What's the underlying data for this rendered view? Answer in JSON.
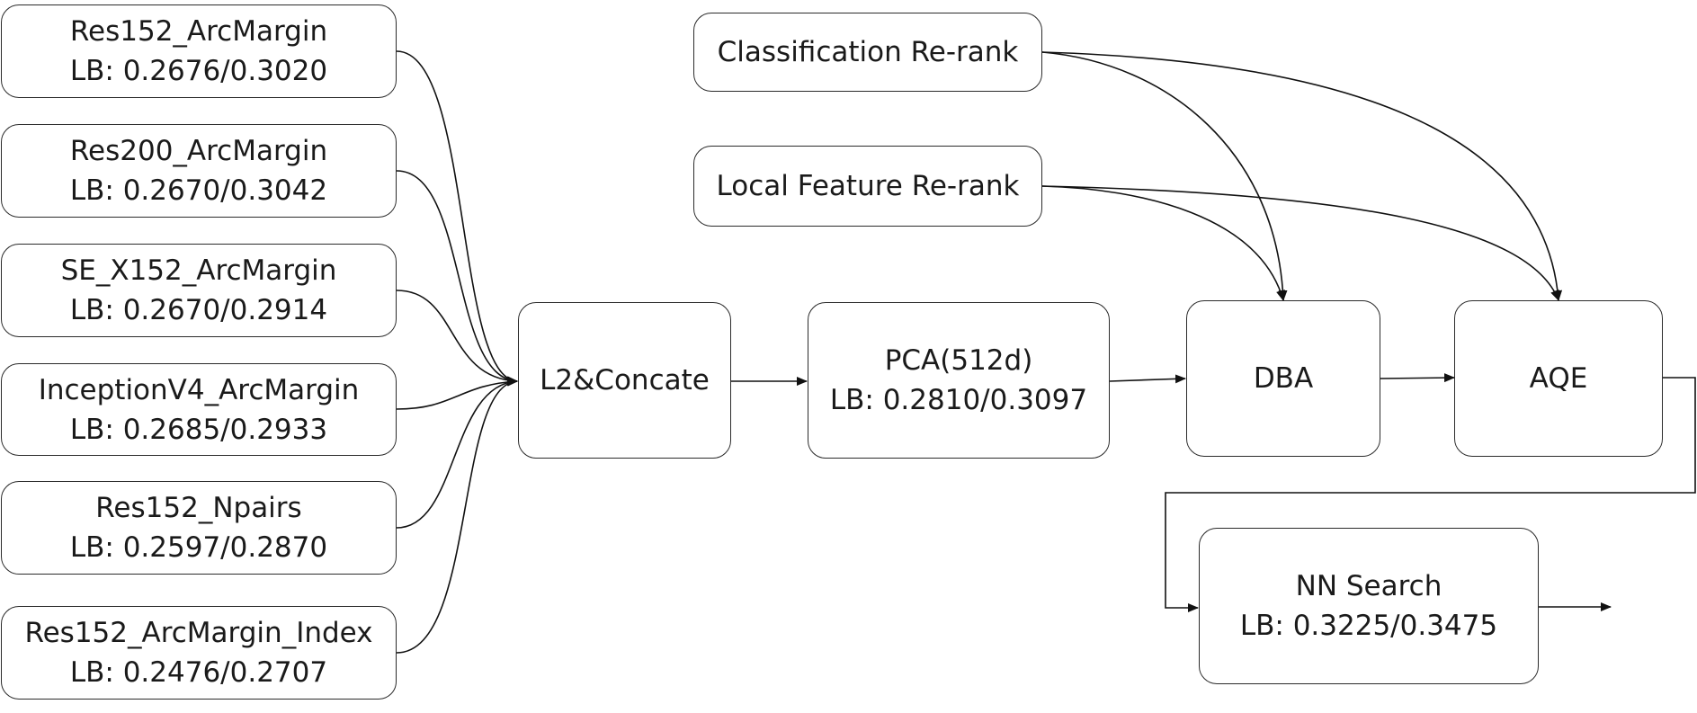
{
  "models": [
    {
      "name": "Res152_ArcMargin",
      "score": "LB: 0.2676/0.3020"
    },
    {
      "name": "Res200_ArcMargin",
      "score": "LB: 0.2670/0.3042"
    },
    {
      "name": "SE_X152_ArcMargin",
      "score": "LB: 0.2670/0.2914"
    },
    {
      "name": "InceptionV4_ArcMargin",
      "score": "LB: 0.2685/0.2933"
    },
    {
      "name": "Res152_Npairs",
      "score": "LB: 0.2597/0.2870"
    },
    {
      "name": "Res152_ArcMargin_Index",
      "score": "LB: 0.2476/0.2707"
    }
  ],
  "rerank": {
    "classification": "Classification Re-rank",
    "local_feature": "Local Feature Re-rank"
  },
  "pipeline": {
    "concat": "L2&Concate",
    "pca": {
      "name": "PCA(512d)",
      "score": "LB: 0.2810/0.3097"
    },
    "dba": "DBA",
    "aqe": "AQE",
    "nn": {
      "name": "NN Search",
      "score": "LB: 0.3225/0.3475"
    }
  }
}
